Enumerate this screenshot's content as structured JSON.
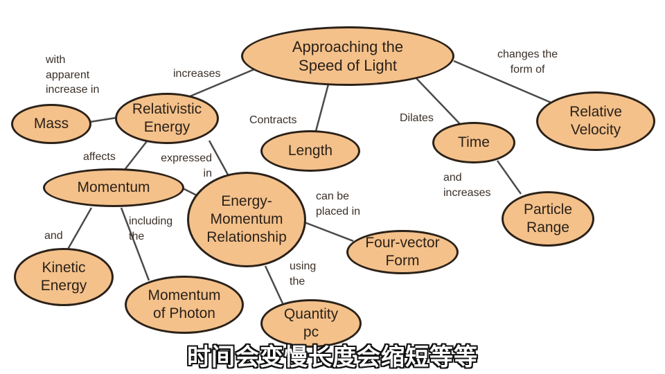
{
  "nodes": {
    "approaching": "Approaching the\nSpeed of Light",
    "relativistic_energy": "Relativistic\nEnergy",
    "mass": "Mass",
    "length": "Length",
    "time": "Time",
    "relative_velocity": "Relative\nVelocity",
    "momentum": "Momentum",
    "energy_momentum": "Energy-\nMomentum\nRelationship",
    "four_vector": "Four-vector\nForm",
    "particle_range": "Particle\nRange",
    "kinetic_energy": "Kinetic\nEnergy",
    "momentum_photon": "Momentum\nof Photon",
    "quantity_pc": "Quantity\npc"
  },
  "links": {
    "increases": "increases",
    "with_apparent": "with\napparent\nincrease in",
    "contracts": "Contracts",
    "dilates": "Dilates",
    "changes_form": "changes the\nform of",
    "affects": "affects",
    "expressed_in": "expressed\nin",
    "and_increases": "and\nincreases",
    "can_be_placed": "can be\nplaced in",
    "and": "and",
    "including_the": "including\nthe",
    "using_the": "using\nthe"
  },
  "subtitle": "时间会变慢长度会缩短等等",
  "colors": {
    "node_fill": "#f4c18b",
    "node_border": "#2b2118",
    "line": "#4a4a4a",
    "text": "#2b2118"
  }
}
